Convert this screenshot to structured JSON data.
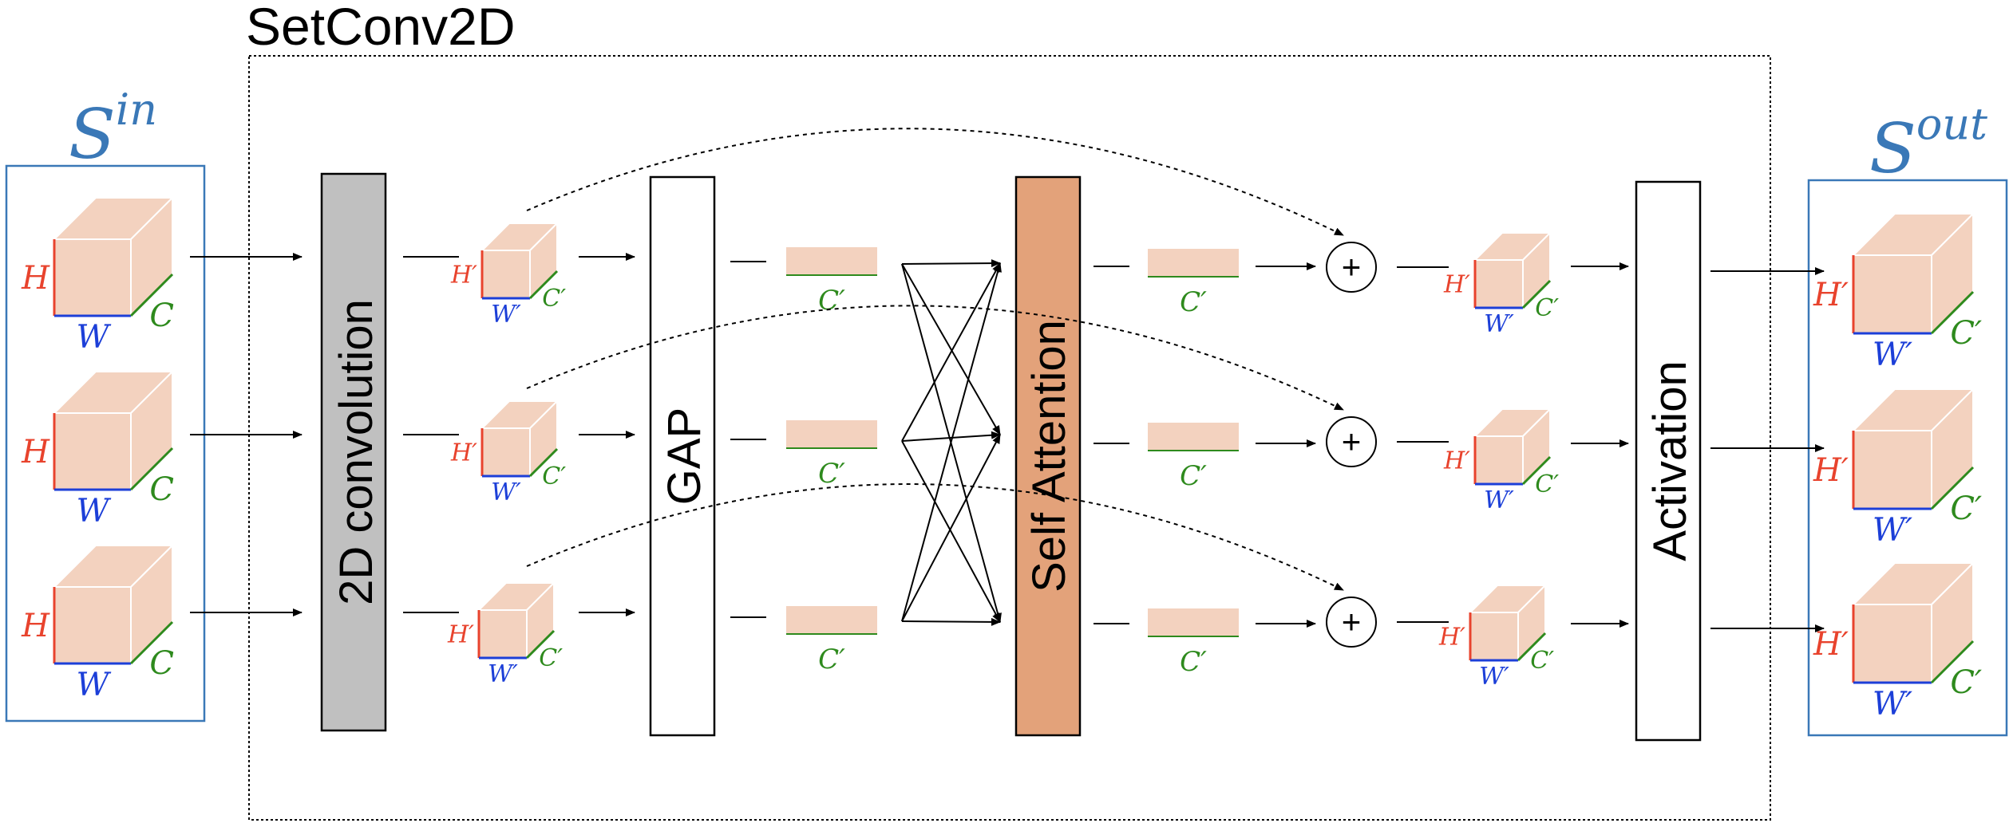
{
  "title": "SetConv2D",
  "input_label": {
    "base": "S",
    "sup": "in"
  },
  "output_label": {
    "base": "S",
    "sup": "out"
  },
  "blocks": {
    "conv": "2D convolution",
    "gap": "GAP",
    "attention": "Self Attention",
    "activation": "Activation"
  },
  "dims": {
    "h": "H",
    "w": "W",
    "c": "C",
    "h_prime": "H′",
    "w_prime": "W′",
    "c_prime": "C′"
  },
  "plus_symbol": "+",
  "colors": {
    "cube_fill": "#f3d2bf",
    "cube_edge": "#ffffff",
    "h_color": "#e8432d",
    "w_color": "#1c3fd8",
    "c_color": "#2e8a1d",
    "set_label_color": "#3a78b7",
    "set_box_color": "#3a78b7",
    "conv_fill": "#c0c0c0",
    "attention_fill": "#e3a27a"
  }
}
